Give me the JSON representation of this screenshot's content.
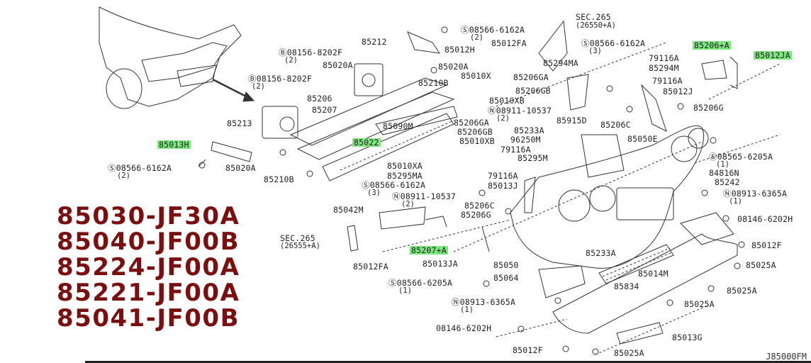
{
  "part_numbers": [
    "85030-JF30A",
    "85040-JF00B",
    "85224-JF00A",
    "85221-JF00A",
    "85041-JF00B"
  ],
  "highlight_color": "#7ee67e",
  "part_number_color": "#7a0f10",
  "diagram_code": "J85000FM",
  "callouts": {
    "sec265_a": "SEC.265",
    "sec265_a_sub": "(26550+A)",
    "sec265_b": "SEC.265",
    "sec265_b_sub": "(26555+A)",
    "p85206a": "85206+A",
    "p85012ja": "85012JA",
    "p85212": "85212",
    "p85020a_1": "85020A",
    "p85020a_2": "85020A",
    "b08156_1": "08156-8202F",
    "b08156_1_q": "(2)",
    "b08156_2": "08156-8202F",
    "b08156_2_q": "(2)",
    "s08566_top": "08566-6162A",
    "s08566_top_q": "(2)",
    "p85012h": "85012H",
    "p85012fa_top": "85012FA",
    "s08566_r": "08566-6162A",
    "s08566_r_q": "(3)",
    "p79116a_1": "79116A",
    "p85294m": "85294M",
    "p79116a_2": "79116A",
    "p85012j": "85012J",
    "p85294ma": "85294MA",
    "p85010x": "85010X",
    "p85206ga_1": "85206GA",
    "p85206gb_1": "85206GB",
    "p85010xb_1": "85010XB",
    "n08911_1": "08911-10537",
    "n08911_1_q": "(2)",
    "p85206g_1": "85206G",
    "p85915d": "85915D",
    "p85206c_1": "85206C",
    "p85210b": "85210B",
    "p85206": "85206",
    "p85207": "85207",
    "p85213": "85213",
    "p85090m": "85090M",
    "p85206ga_2": "85206GA",
    "p85206gb_2": "85206GB",
    "p85010xb_2": "85010XB",
    "p85233a_1": "85233A",
    "p96250m": "96250M",
    "p85050e": "85050E",
    "p85013h": "85013H",
    "p85022": "85022",
    "s08566_l": "08566-6162A",
    "s08566_l_q": "(2)",
    "p85210b_2": "85210B",
    "p85010xa": "85010XA",
    "p85295ma": "85295MA",
    "p79116a_3": "79116A",
    "p85295m": "85295M",
    "s08566_m": "08566-6162A",
    "s08566_m_q": "(3)",
    "p79116a_4": "79116A",
    "p85013j": "85013J",
    "n08911_2": "08911-10537",
    "n08911_2_q": "(2)",
    "p85206c_2": "85206C",
    "p85206g_2": "85206G",
    "s08565": "08565-6205A",
    "s08565_q": "(1)",
    "p84816n": "84816N",
    "p85242": "85242",
    "n08913_r": "08913-6365A",
    "n08913_r_q": "(1)",
    "p08146_r": "08146-6202H",
    "p85042m": "85042M",
    "p85012fa_l": "85012FA",
    "p85207a": "85207+A",
    "p85013ja": "85013JA",
    "p85050": "85050",
    "p85233a_2": "85233A",
    "p85064": "85064",
    "p85014m": "85014M",
    "p85834": "85834",
    "p85012f_1": "85012F",
    "p85025a_1": "85025A",
    "p85025a_2": "85025A",
    "s08566_b": "08566-6205A",
    "s08566_b_q": "(1)",
    "n08913_b": "08913-6365A",
    "n08913_b_q": "(1)",
    "p85025a_3": "85025A",
    "p08146_b": "08146-6202H",
    "p85013g": "85013G",
    "p85012f_2": "85012F",
    "p85025a_4": "85025A"
  }
}
